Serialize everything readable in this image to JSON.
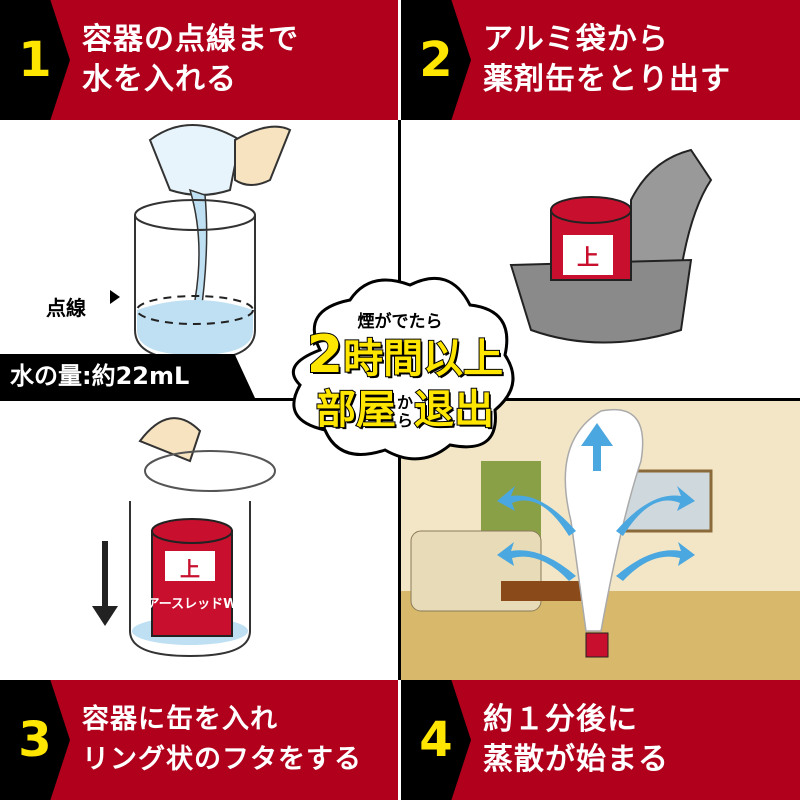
{
  "steps": [
    {
      "number": "1",
      "line1": "容器の点線まで",
      "line2": "水を入れる"
    },
    {
      "number": "2",
      "line1": "アルミ袋から",
      "line2": "薬剤缶をとり出す"
    },
    {
      "number": "3",
      "line1": "容器に缶を入れ",
      "line2": "リング状のフタをする"
    },
    {
      "number": "4",
      "line1": "約１分後に",
      "line2": "蒸散が始まる"
    }
  ],
  "panel1": {
    "dotted_line_label": "点線",
    "water_amount": "水の量:約22mL"
  },
  "can": {
    "top_label": "上",
    "brand": "アースレッドW"
  },
  "cloud": {
    "sub": "煙がでたら",
    "line1_num": "2",
    "line1": "時間以上",
    "line2a": "部屋",
    "line2_small": "から",
    "line2b": "退出"
  },
  "colors": {
    "red": "#b0001c",
    "yellow": "#ffe600",
    "black": "#000000",
    "water": "#bfe0f2"
  }
}
